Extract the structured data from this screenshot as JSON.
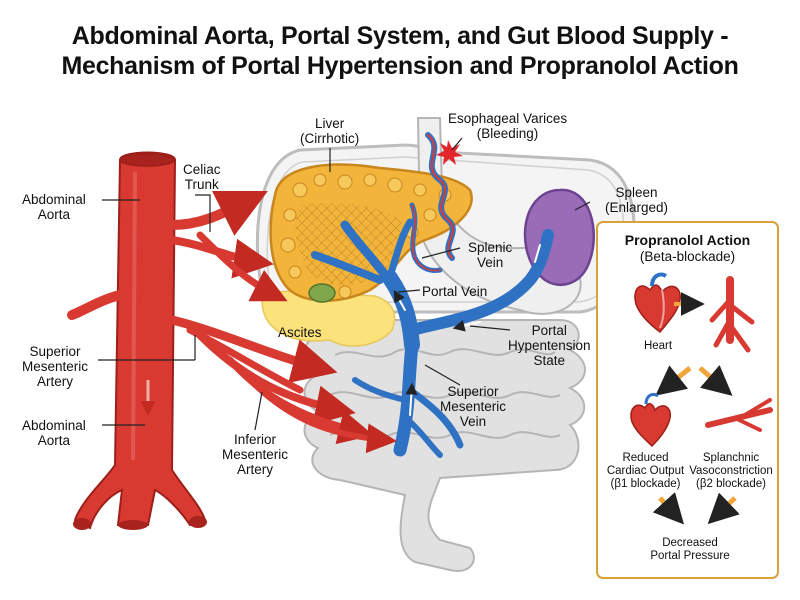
{
  "title": {
    "line1": "Abdominal Aorta, Portal System, and Gut Blood Supply -",
    "line2": "Mechanism of Portal Hypertension and Propranolol Action"
  },
  "labels": {
    "abdominal_aorta_top": [
      "Abdominal",
      "Aorta"
    ],
    "celiac_trunk": [
      "Celiac",
      "Trunk"
    ],
    "liver": [
      "Liver",
      "(Cirrhotic)"
    ],
    "esophageal_varices": [
      "Esophageal Varices",
      "(Bleeding)"
    ],
    "spleen": [
      "Spleen",
      "(Enlarged)"
    ],
    "splenic_vein": [
      "Splenic",
      "Vein"
    ],
    "portal_vein": "Portal Vein",
    "ascites": "Ascites",
    "portal_hypertension_state": [
      "Portal",
      "Hypentension",
      "State"
    ],
    "superior_mesenteric_artery": [
      "Superior",
      "Mesenteric",
      "Artery"
    ],
    "abdominal_aorta_bottom": [
      "Abdominal",
      "Aorta"
    ],
    "inferior_mesenteric_artery": [
      "Inferior",
      "Mesenteric",
      "Artery"
    ],
    "superior_mesenteric_vein": [
      "Superior",
      "Mesenteric",
      "Vein"
    ]
  },
  "propranolol_box": {
    "title": "Propranolol Action",
    "subtitle": "(Beta-blockade)",
    "heart": "Heart",
    "reduced_output": [
      "Reduced",
      "Cardiac Output",
      "(β1 blockade)"
    ],
    "vasoconstriction": [
      "Splanchnic",
      "Vasoconstriction",
      "(β2 blockade)"
    ],
    "decreased_pressure": [
      "Decreased",
      "Portal Pressure"
    ]
  },
  "colors": {
    "artery": "#d83a32",
    "artery_dark": "#9c1f1a",
    "vein": "#2f72c4",
    "liver": "#f2b43a",
    "spleen": "#9a6cb8",
    "ascites": "#fbe27a",
    "box_border": "#d9a13a",
    "arrow_orange": "#f0a43a",
    "gut": "#dcdcdc"
  }
}
